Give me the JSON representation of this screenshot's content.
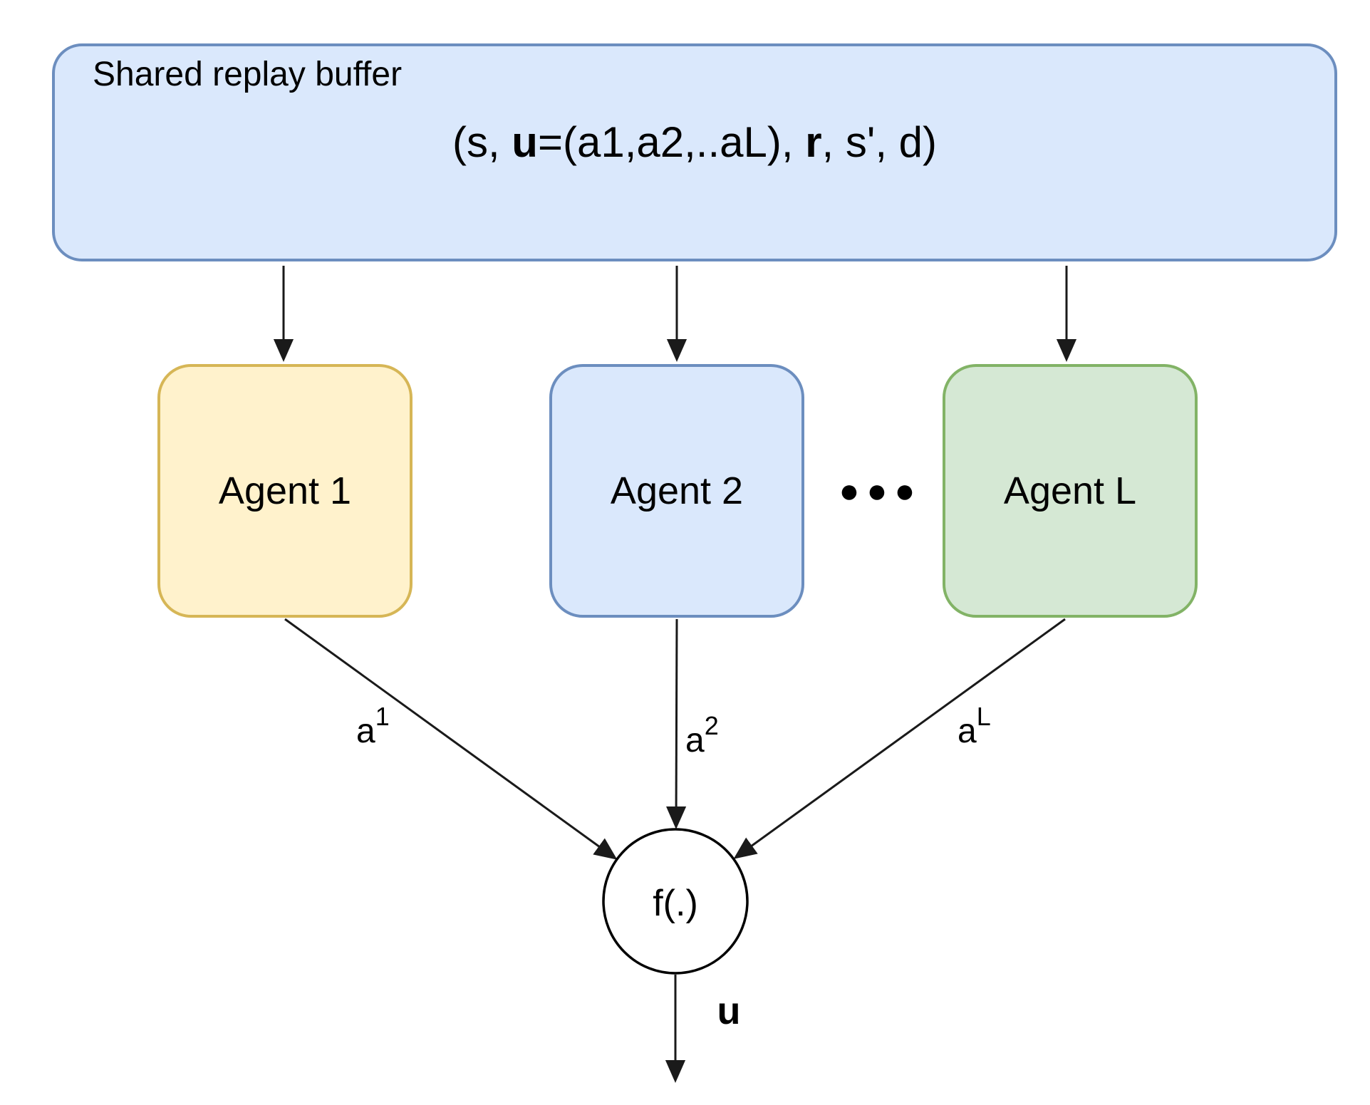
{
  "colors": {
    "background": "#ffffff",
    "buffer_fill": "#dae8fc",
    "buffer_stroke": "#6c8ebf",
    "agent1_fill": "#fff2cc",
    "agent1_stroke": "#d6b656",
    "agent2_fill": "#dae8fc",
    "agent2_stroke": "#6c8ebf",
    "agentL_fill": "#d5e8d4",
    "agentL_stroke": "#82b366",
    "function_node_fill": "#ffffff",
    "function_node_stroke": "#000000",
    "arrow": "#1a1a1a",
    "text": "#000000"
  },
  "buffer": {
    "title": "Shared replay buffer",
    "tuple": {
      "prefix": "(s, ",
      "u": "u",
      "mid": "=(a1,a2,..aL), ",
      "r": "r",
      "suffix": ", s', d)"
    }
  },
  "agents": [
    {
      "label": "Agent 1"
    },
    {
      "label": "Agent 2"
    },
    {
      "label": "Agent L"
    }
  ],
  "ellipsis": "●●●",
  "function_node": {
    "label": "f(.)"
  },
  "edge_labels": {
    "a1": {
      "base": "a",
      "sup": "1"
    },
    "a2": {
      "base": "a",
      "sup": "2"
    },
    "aL": {
      "base": "a",
      "sup": "L"
    },
    "output": "u"
  }
}
